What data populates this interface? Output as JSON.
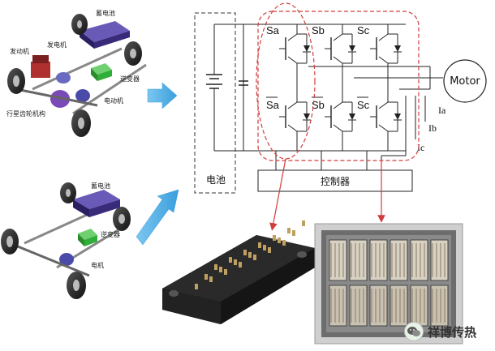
{
  "vehicle_top": {
    "battery": "蓄电池",
    "generator": "发电机",
    "engine": "发动机",
    "inverter": "逆变器",
    "motor": "电动机",
    "planetary_gear": "行星齿轮机构"
  },
  "vehicle_bottom": {
    "battery": "蓄电池",
    "inverter": "逆变器",
    "motor": "电机"
  },
  "circuit": {
    "battery_label": "电池",
    "controller_label": "控制器",
    "motor_label": "Motor",
    "switch_top": [
      "Sa",
      "Sb",
      "Sc"
    ],
    "switch_bottom": [
      "Sa",
      "Sb",
      "Sc"
    ],
    "currents": [
      "Ia",
      "Ib",
      "Ic"
    ]
  },
  "watermark": {
    "text": "祥博传热"
  },
  "colors": {
    "arrow": "#3aa0dc",
    "dashed_highlight": "#d23c3c",
    "battery_body": "#3a2a7a",
    "inverter_body": "#2fae3a",
    "motor_body": "#4a4aa8"
  }
}
